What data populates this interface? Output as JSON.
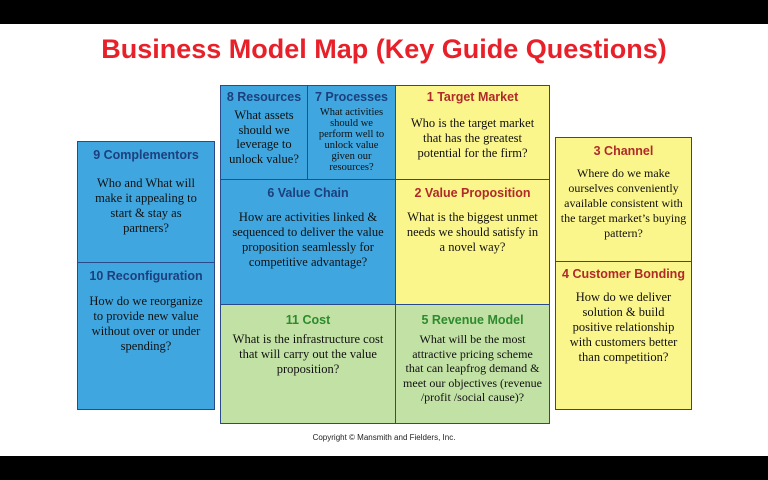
{
  "title": "Business Model Map (Key Guide Questions)",
  "copyright": "Copyright © Mansmith and Fielders, Inc.",
  "colors": {
    "title": "#e8202a",
    "blue": "#3fa6df",
    "yellow": "#fbf68c",
    "green": "#c2e1a4",
    "border": "#2a4a8c"
  },
  "blocks": {
    "resources": {
      "title": "8 Resources",
      "question": "What assets should we leverage to unlock value?"
    },
    "processes": {
      "title": "7 Processes",
      "question": "What activities should we perform well to unlock value given our resources?"
    },
    "target_market": {
      "title": "1 Target Market",
      "question": "Who is the target market that has the greatest potential for the firm?"
    },
    "complementors": {
      "title": "9 Complementors",
      "question": "Who and What will make it appealing to start & stay as partners?"
    },
    "channel": {
      "title": "3 Channel",
      "question": "Where do we make ourselves conveniently available consistent with the target market’s buying pattern?"
    },
    "value_chain": {
      "title": "6 Value Chain",
      "question": "How are activities linked & sequenced to deliver the value proposition seamlessly for competitive advantage?"
    },
    "value_proposition": {
      "title": "2 Value Proposition",
      "question": "What is the biggest unmet needs we should satisfy in a novel way?"
    },
    "reconfiguration": {
      "title": "10 Reconfiguration",
      "question": "How do we reorganize to provide new value without over or under spending?"
    },
    "customer_bonding": {
      "title": "4 Customer Bonding",
      "question": "How do we deliver solution & build positive relationship with customers better than competition?"
    },
    "cost": {
      "title": "11 Cost",
      "question": "What is the infrastructure cost that will carry out the value proposition?"
    },
    "revenue_model": {
      "title": "5 Revenue Model",
      "question": "What will be the most attractive pricing scheme that can leapfrog demand & meet our objectives (revenue /profit /social cause)?"
    }
  }
}
